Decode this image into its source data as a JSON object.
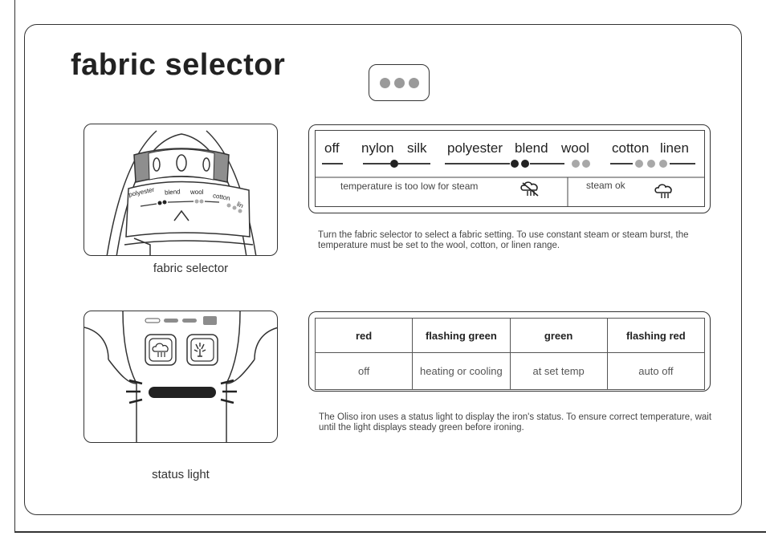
{
  "title": "fabric selector",
  "fabric_panel": {
    "settings": [
      "off",
      "nylon",
      "silk",
      "polyester",
      "blend",
      "wool",
      "cotton",
      "linen"
    ],
    "notes": {
      "too_low": "temperature is too low for steam",
      "steam_ok": "steam ok"
    }
  },
  "fabric_image": {
    "dial_labels": [
      "polyester",
      "blend",
      "wool",
      "cotton",
      "lin"
    ],
    "caption": "fabric selector"
  },
  "fabric_description": "Turn the fabric selector to select a fabric setting.  To use constant steam or steam burst, the temperature must be set to the wool, cotton, or linen range.",
  "status_table": {
    "headers": [
      "red",
      "flashing green",
      "green",
      "flashing red"
    ],
    "values": [
      "off",
      "heating or cooling",
      "at set temp",
      "auto off"
    ]
  },
  "status_image": {
    "caption": "status light"
  },
  "status_description": "The Oliso iron uses a status light to display the iron's status. To ensure correct temperature, wait until the light displays steady green before ironing.",
  "colors": {
    "border": "#333333",
    "dark_dot": "#222222",
    "light_dot": "#a8a8a8"
  }
}
